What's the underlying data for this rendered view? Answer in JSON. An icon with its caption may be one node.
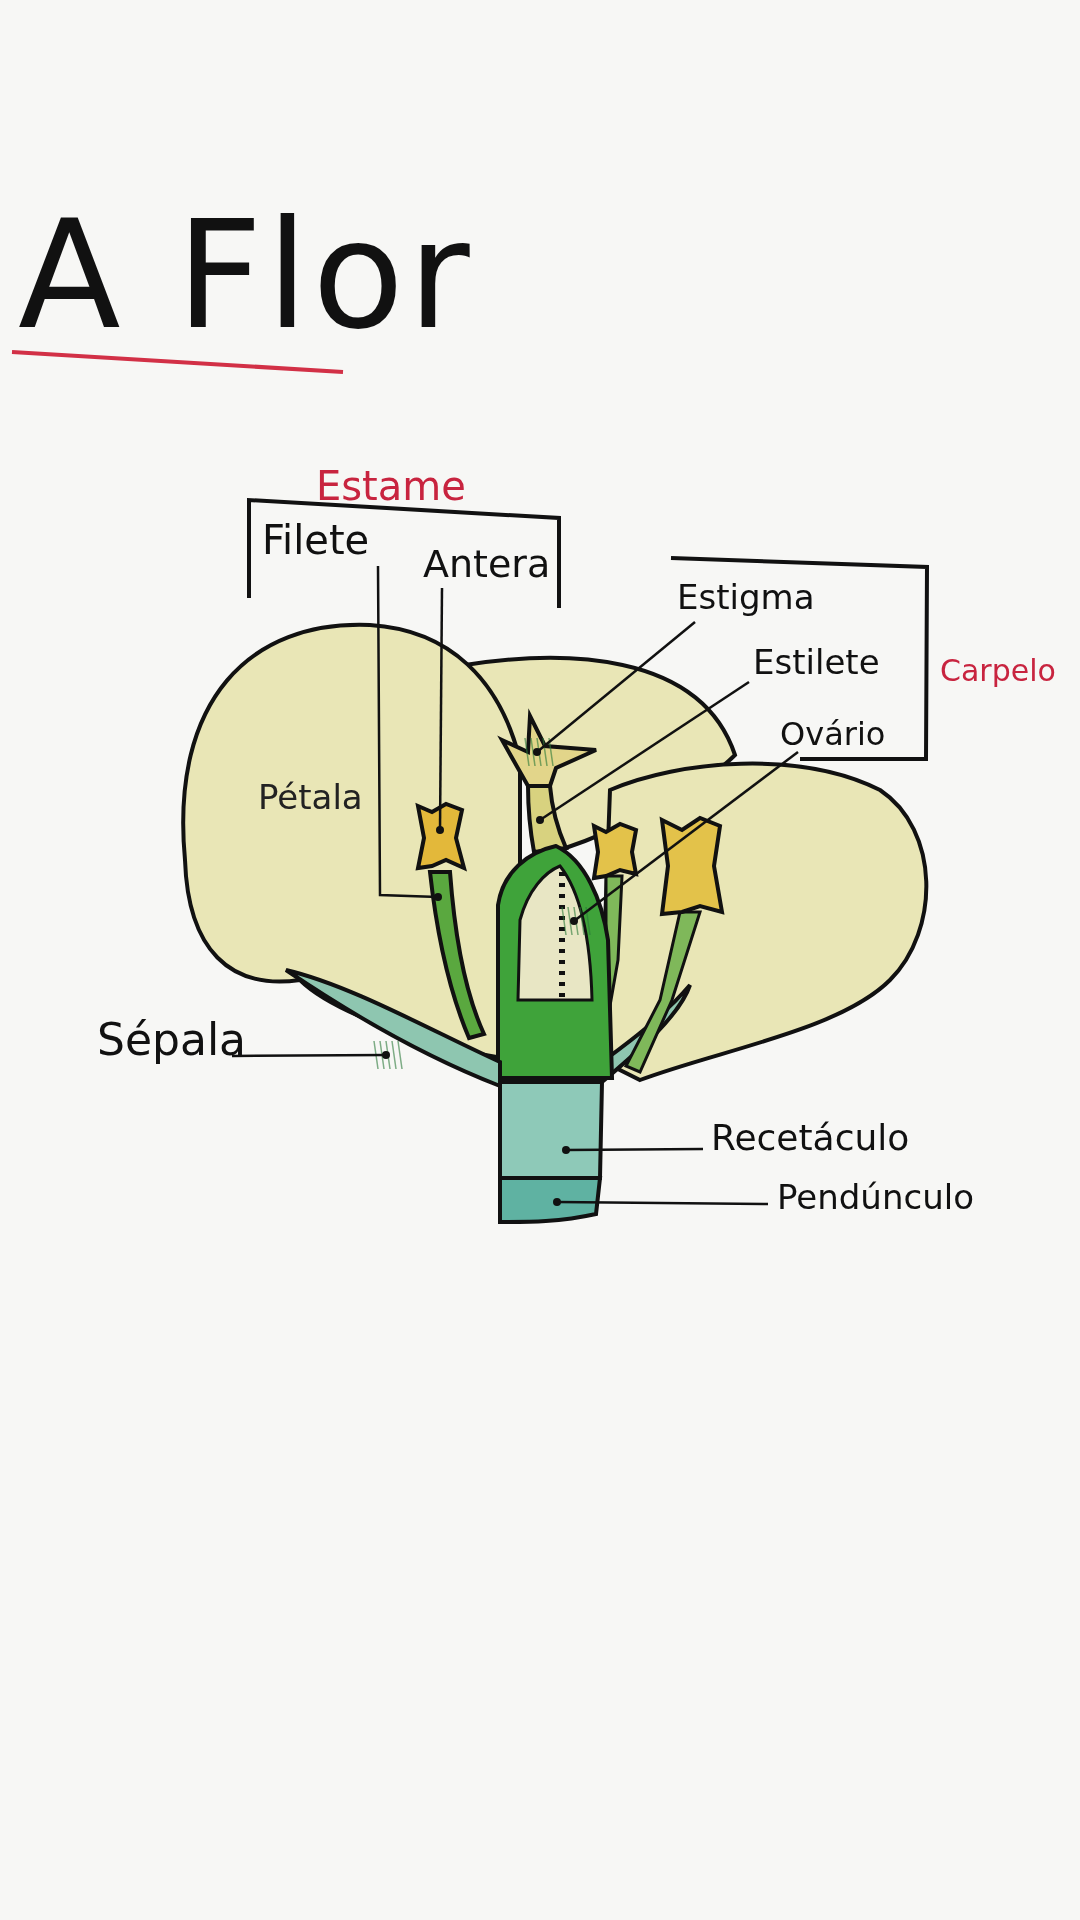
{
  "diagram": {
    "title": "A Flor",
    "nodes": [
      {
        "text": [
          "Filete"
        ]
      },
      {
        "text": [],
        "shape": "bar"
      },
      {
        "text": [
          "Antera"
        ]
      },
      {
        "text": [],
        "shape": "box"
      },
      {
        "text": [
          "Estigma"
        ]
      },
      {
        "text": [],
        "shape": "picture"
      },
      {
        "text": [
          "Estilete"
        ]
      },
      {
        "text": [],
        "shape": "bar"
      },
      {
        "text": [
          "Ovário"
        ]
      },
      {
        "text": [],
        "shape": "picture"
      },
      {
        "text": [
          "Sépala"
        ]
      },
      {
        "text": [],
        "shape": "picture"
      },
      {
        "text": [
          "Recetáculo"
        ]
      },
      {
        "text": [],
        "shape": "box"
      },
      {
        "text": [
          "Pendúnculo"
        ]
      },
      {
        "text": [],
        "shape": "box"
      }
    ],
    "edges": [
      {
        "from": 0,
        "to": 1,
        "arrow": "other"
      },
      {
        "from": 2,
        "to": 3,
        "arrow": "other"
      },
      {
        "from": 4,
        "to": 5,
        "arrow": "other"
      },
      {
        "from": 6,
        "to": 7,
        "arrow": "other"
      },
      {
        "from": 8,
        "to": 9,
        "arrow": "other"
      },
      {
        "from": 10,
        "to": 11,
        "arrow": "other"
      },
      {
        "from": 12,
        "to": 13,
        "arrow": "other"
      },
      {
        "from": 14,
        "to": 15,
        "arrow": "other"
      }
    ],
    "labels": [
      "Estame",
      "Carpelo",
      "Pétala"
    ]
  }
}
